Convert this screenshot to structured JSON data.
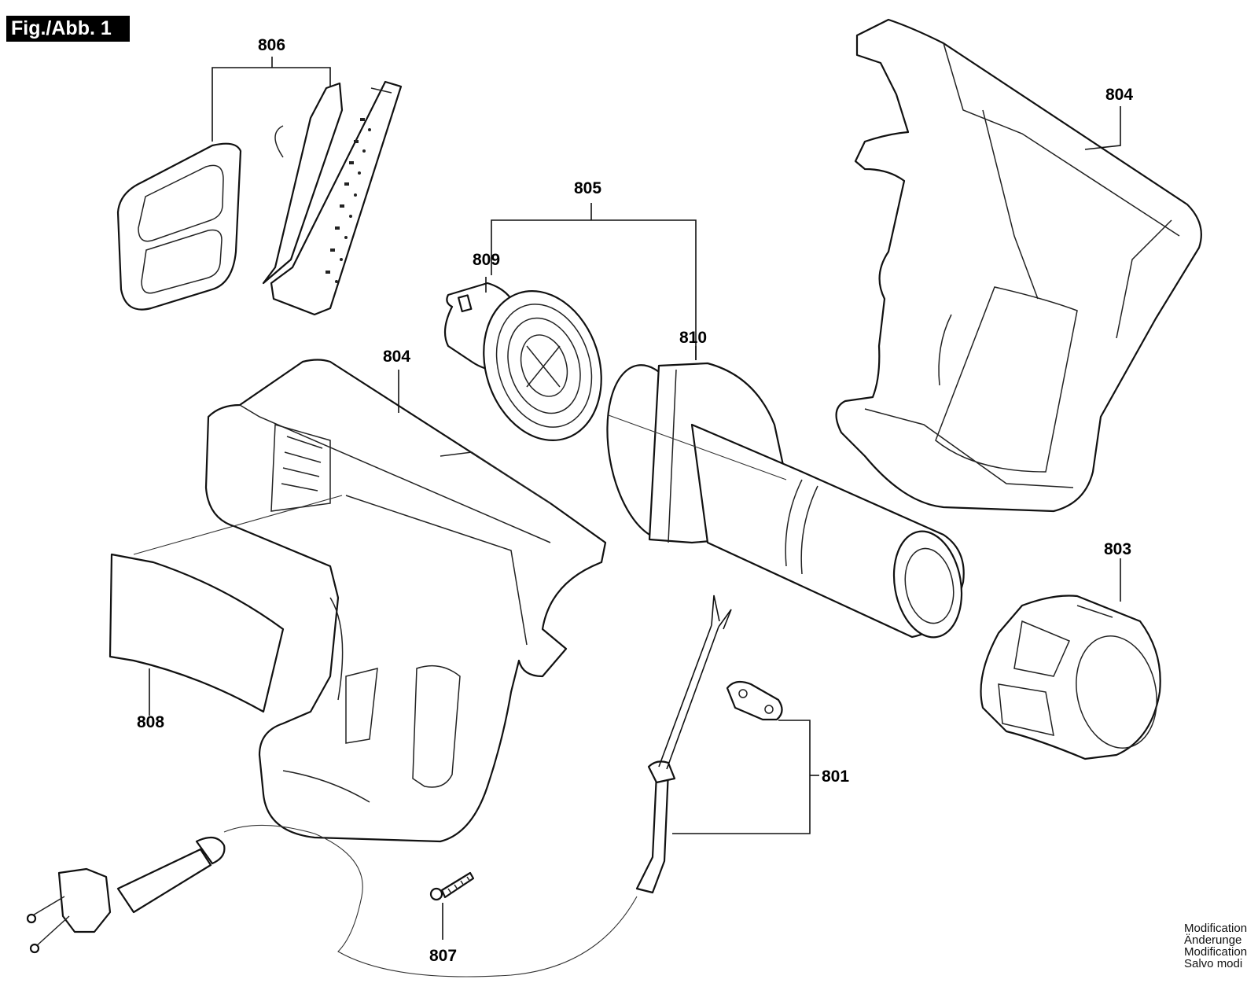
{
  "figure_label": "Fig./Abb. 1",
  "callouts": [
    {
      "id": "806",
      "text": "806"
    },
    {
      "id": "805",
      "text": "805"
    },
    {
      "id": "809",
      "text": "809"
    },
    {
      "id": "810",
      "text": "810"
    },
    {
      "id": "804-top",
      "text": "804"
    },
    {
      "id": "804-main",
      "text": "804"
    },
    {
      "id": "803",
      "text": "803"
    },
    {
      "id": "808",
      "text": "808"
    },
    {
      "id": "801",
      "text": "801"
    },
    {
      "id": "807",
      "text": "807"
    }
  ],
  "notes": [
    "Modification",
    "Änderunge",
    "Modification",
    "Salvo modi"
  ]
}
